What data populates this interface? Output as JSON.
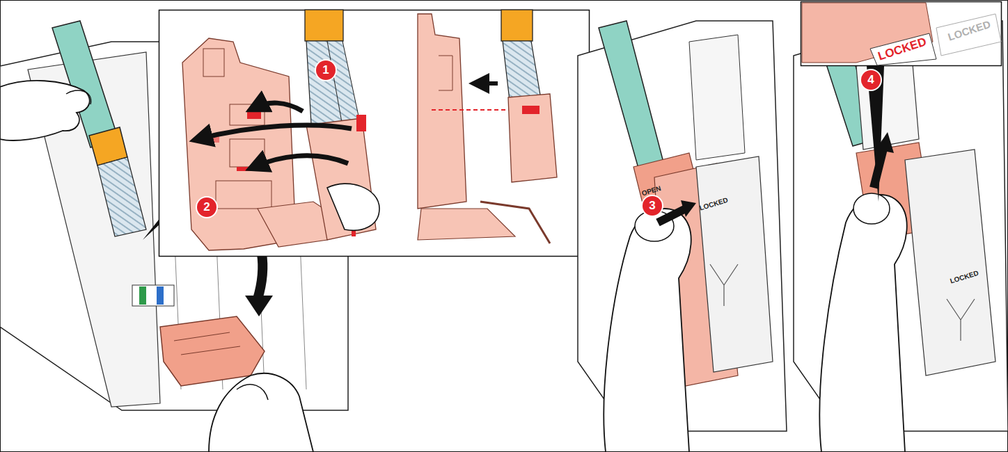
{
  "diagram": {
    "labels": [
      "LOCKED",
      "LOCKED",
      "1",
      "2",
      "OPEN",
      "LOCKED",
      "3",
      "4",
      "LOCKED"
    ]
  }
}
